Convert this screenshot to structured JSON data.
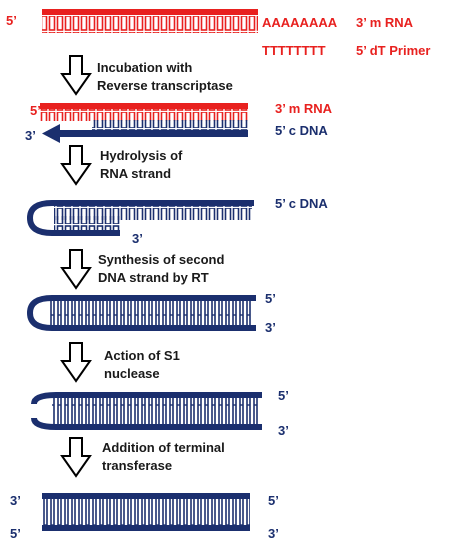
{
  "colors": {
    "rna": "#e8211f",
    "dna": "#1b2f6e",
    "arrow": "#000000"
  },
  "top": {
    "five_prime": "5’",
    "poly_a": "AAAAAAAA",
    "mrna_label": "3’  m RNA",
    "poly_t": "TTTTTTTT",
    "primer_label": "5’  dT Primer"
  },
  "steps": [
    {
      "line1": "Incubation with",
      "line2": "Reverse transcriptase"
    },
    {
      "line1": "Hydrolysis of",
      "line2": "RNA strand"
    },
    {
      "line1": "Synthesis of second",
      "line2": "DNA strand by RT"
    },
    {
      "line1": "Action of S1",
      "line2": "nuclease"
    },
    {
      "line1": "Addition of terminal",
      "line2": "transferase"
    }
  ],
  "stage2": {
    "five_prime": "5’",
    "mrna_label": "3’  m RNA",
    "three_prime": "3’",
    "cdna_label": "5’  c  DNA"
  },
  "stage3": {
    "cdna_label": "5’  c  DNA",
    "three_prime": "3’"
  },
  "stage4": {
    "five_prime": "5’",
    "three_prime": "3’"
  },
  "stage5": {
    "five_prime": "5’",
    "three_prime": "3’"
  },
  "stage6": {
    "left_top": "3’",
    "left_bottom": "5’",
    "right_top": "5’",
    "right_bottom": "3’"
  }
}
